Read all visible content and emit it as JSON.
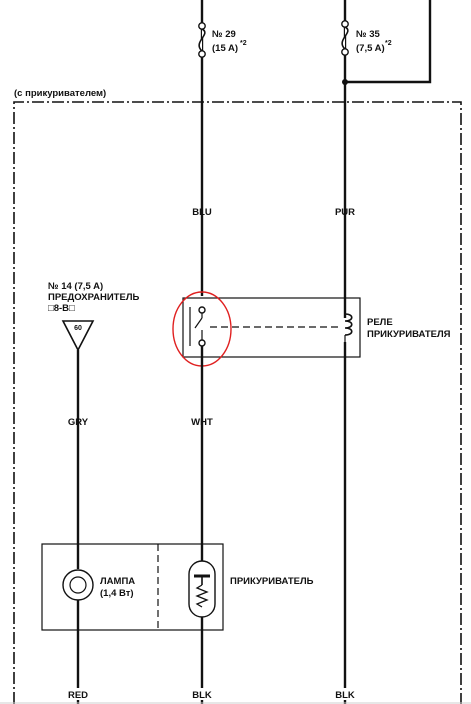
{
  "fuses": {
    "f29": {
      "num": "№ 29",
      "rating": "(15 A)",
      "note": "*2"
    },
    "f35": {
      "num": "№ 35",
      "rating": "(7,5 A)",
      "note": "*2"
    },
    "f14": {
      "line1": "№ 14 (7,5 A)",
      "line2": "ПРЕДОХРАНИТЕЛЬ",
      "line3": "□8-B□",
      "connector": "60"
    }
  },
  "frame_label": "(с прикуривателем)",
  "wire_colors": {
    "blu": "BLU",
    "pur": "PUR",
    "gry": "GRY",
    "wht": "WHT",
    "red": "RED",
    "blk_mid": "BLK",
    "blk_right": "BLK"
  },
  "relay": {
    "line1": "РЕЛЕ",
    "line2": "ПРИКУРИВАТЕЛЯ"
  },
  "lamp": {
    "line1": "ЛАМПА",
    "line2": "(1,4 Вт)"
  },
  "lighter": {
    "label": "ПРИКУРИВАТЕЛЬ"
  },
  "colors": {
    "line": "#111111",
    "highlight": "#e02020",
    "background": "#ffffff"
  }
}
